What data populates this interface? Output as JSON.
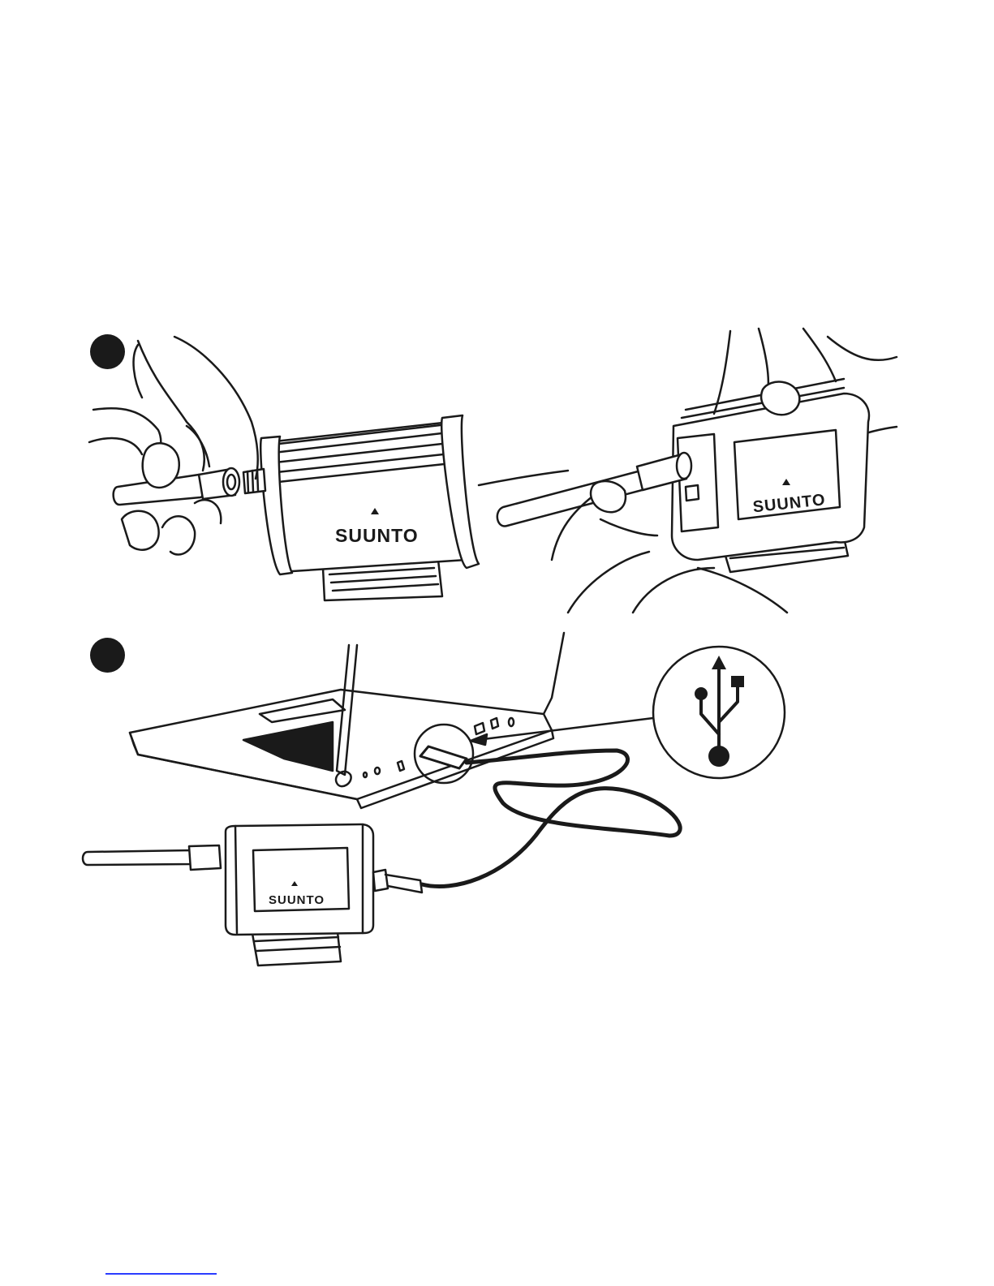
{
  "brand": {
    "name": "SUUNTO",
    "line_color": "#1a1a1a",
    "background": "#ffffff",
    "link_underline_color": "#2a3cff"
  },
  "steps": [
    {
      "marker": "step-1-marker",
      "scene": "attach-antenna"
    },
    {
      "marker": "step-2-marker",
      "scene": "connect-usb-to-laptop"
    }
  ],
  "icons": {
    "usb": "usb-icon"
  }
}
